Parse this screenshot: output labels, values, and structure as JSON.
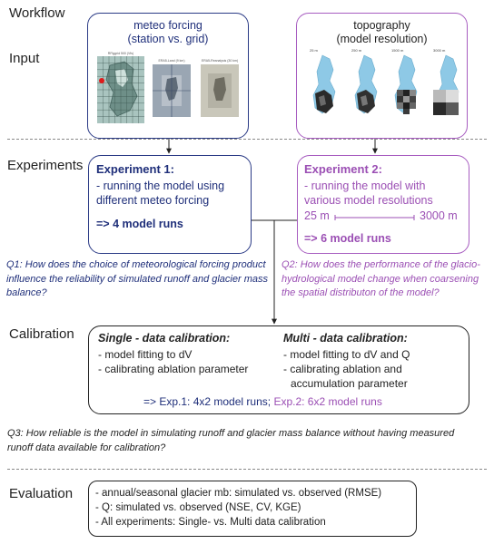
{
  "workflow": {
    "title": "Workflow",
    "stages": {
      "input": "Input",
      "experiments": "Experiments",
      "calibration": "Calibration",
      "evaluation": "Evaluation"
    }
  },
  "input": {
    "meteo": {
      "title_line1": "meteo forcing",
      "title_line2": "(station vs. grid)",
      "thumb_labels": [
        "RFlggrid 500 (Vfs)",
        "ERA5-Land (9 km)",
        "ERA5-Reanalysis (30 km)"
      ]
    },
    "topo": {
      "title_line1": "topography",
      "title_line2": "(model resolution)",
      "resolutions": [
        "25 m",
        "250 m",
        "1500 m",
        "3000 m"
      ]
    }
  },
  "experiments": {
    "exp1": {
      "heading": "Experiment 1:",
      "line1": "- running the model using",
      "line2": "different meteo forcing",
      "runs": "=> 4 model runs"
    },
    "exp2": {
      "heading": "Experiment 2:",
      "line1": "- running the model with",
      "line2": "various model resolutions",
      "range_start": "25 m",
      "range_end": "3000 m",
      "runs": "=> 6 model runs"
    },
    "q1": {
      "line1": "Q1: How does the choice of meteorological forcing product",
      "line2": "influence the reliability of simulated runoff and glacier mass",
      "line3": "balance?"
    },
    "q2": {
      "line1": "Q2: How does the performance of the glacio-",
      "line2": "hydrological model change when coarsening",
      "line3": "the spatial distributon of the model?"
    }
  },
  "calibration": {
    "single": {
      "heading": "Single - data calibration:",
      "line1": "- model fitting to dV",
      "line2": "- calibrating ablation parameter"
    },
    "multi": {
      "heading": "Multi - data calibration:",
      "line1": "- model fitting to dV and Q",
      "line2": "- calibrating ablation and",
      "line3": "accumulation parameter"
    },
    "summary_exp1": "=> Exp.1: 4x2 model runs;",
    "summary_exp2": "Exp.2: 6x2 model runs",
    "q3": {
      "line1": "Q3: How reliable is the model in simulating runoff and glacier mass balance without having measured",
      "line2": "runoff data available for calibration?"
    }
  },
  "evaluation": {
    "line1": "- annual/seasonal glacier mb: simulated vs. observed (RMSE)",
    "line2": "- Q:  simulated vs. observed (NSE, CV, KGE)",
    "line3": "- All experiments: Single- vs. Multi data calibration"
  },
  "colors": {
    "exp1": "#1f2f7a",
    "exp2": "#9b4fb4",
    "exp1_border": "#2a3a85",
    "exp2_border": "#a75cc0",
    "glacier": "#8ec9e6"
  }
}
